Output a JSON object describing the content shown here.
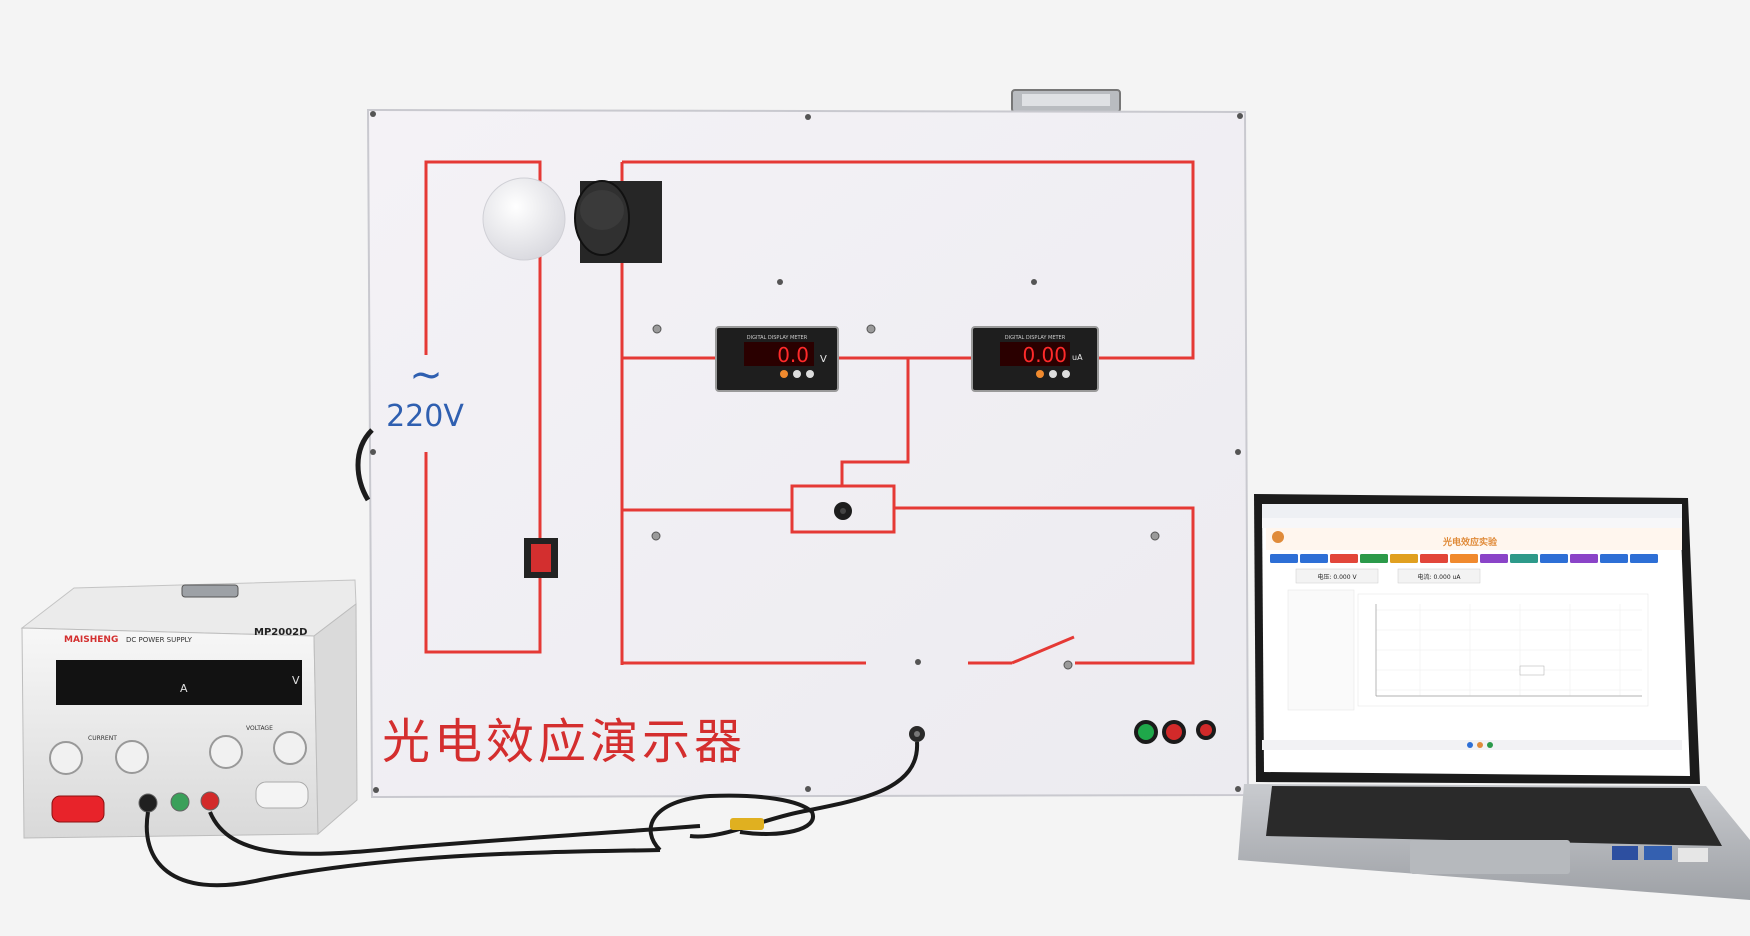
{
  "board": {
    "title": "光电效应演示器",
    "voltage_symbol": "~",
    "voltage_label": "220V"
  },
  "meters": {
    "voltmeter": {
      "header": "DIGITAL DISPLAY METER",
      "reading": "0.0",
      "unit": "V"
    },
    "ammeter": {
      "header": "DIGITAL DISPLAY METER",
      "reading": "0.00",
      "unit": "uA"
    }
  },
  "power_supply": {
    "brand": "MAISHENG",
    "type_label": "DC POWER SUPPLY",
    "model": "MP2002D",
    "amp_unit": "A",
    "volt_unit": "V",
    "current_label": "CURRENT",
    "voltage_label": "VOLTAGE"
  },
  "laptop": {
    "app_title": "光电效应实验",
    "voltage_readout": "电压: 0.000 V",
    "current_readout": "电流: 0.000 uA",
    "toolbar_colors": [
      "#2d6fd6",
      "#2d6fd6",
      "#e2463a",
      "#2b9a4a",
      "#e0a020",
      "#e2463a",
      "#f08a2e",
      "#8a44c8",
      "#2d9a8a",
      "#2d6fd6",
      "#8a44c8",
      "#2d6fd6",
      "#2d6fd6"
    ]
  },
  "colors": {
    "circuit_red": "#e53935",
    "board_white": "#f3f1f4",
    "led_green": "#1fa84a",
    "led_red": "#d22a2a",
    "power_red": "#e8232a",
    "app_accent": "#e08b3a"
  }
}
